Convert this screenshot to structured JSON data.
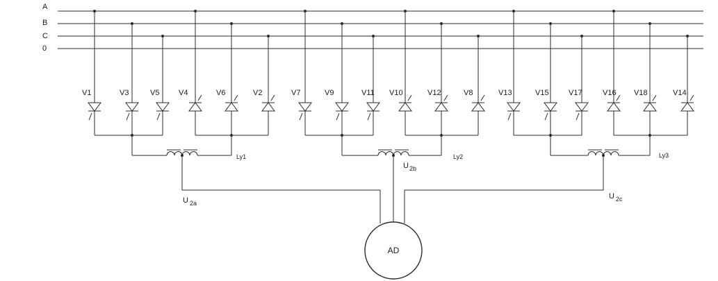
{
  "bus_labels": [
    "A",
    "B",
    "C",
    "0"
  ],
  "thyristors": [
    {
      "label": "V1",
      "phase": 0
    },
    {
      "label": "V3",
      "phase": 1
    },
    {
      "label": "V5",
      "phase": 2
    },
    {
      "label": "V4",
      "phase": 0
    },
    {
      "label": "V6",
      "phase": 1
    },
    {
      "label": "V2",
      "phase": 2
    },
    {
      "label": "V7",
      "phase": 0
    },
    {
      "label": "V9",
      "phase": 1
    },
    {
      "label": "V11",
      "phase": 2
    },
    {
      "label": "V10",
      "phase": 0
    },
    {
      "label": "V12",
      "phase": 1
    },
    {
      "label": "V8",
      "phase": 2
    },
    {
      "label": "V13",
      "phase": 0
    },
    {
      "label": "V15",
      "phase": 1
    },
    {
      "label": "V17",
      "phase": 2
    },
    {
      "label": "V16",
      "phase": 0
    },
    {
      "label": "V18",
      "phase": 1
    },
    {
      "label": "V14",
      "phase": 2
    }
  ],
  "reactors": [
    {
      "label": "Ly1",
      "output": "U",
      "output_sub": "2a"
    },
    {
      "label": "Ly2",
      "output": "U",
      "output_sub": "2b"
    },
    {
      "label": "Ly3",
      "output": "U",
      "output_sub": "2c"
    }
  ],
  "motor": {
    "label": "AD"
  }
}
